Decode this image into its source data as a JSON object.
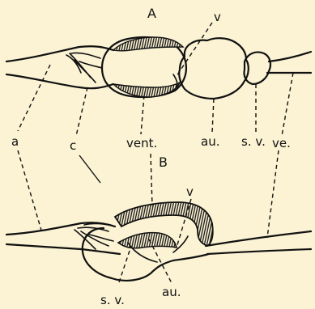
{
  "figure": {
    "upper_label": "A",
    "lower_label": "B",
    "labels": {
      "v_upper": "v",
      "v_lower": "v",
      "a": "a",
      "c": "c",
      "vent": "vent.",
      "au_upper": "au.",
      "sv_upper": "s. v.",
      "ve": "ve.",
      "au_lower": "au.",
      "sv_lower": "s. v."
    }
  },
  "colors": {
    "background": "#fbf3d4",
    "ink": "#111111"
  }
}
